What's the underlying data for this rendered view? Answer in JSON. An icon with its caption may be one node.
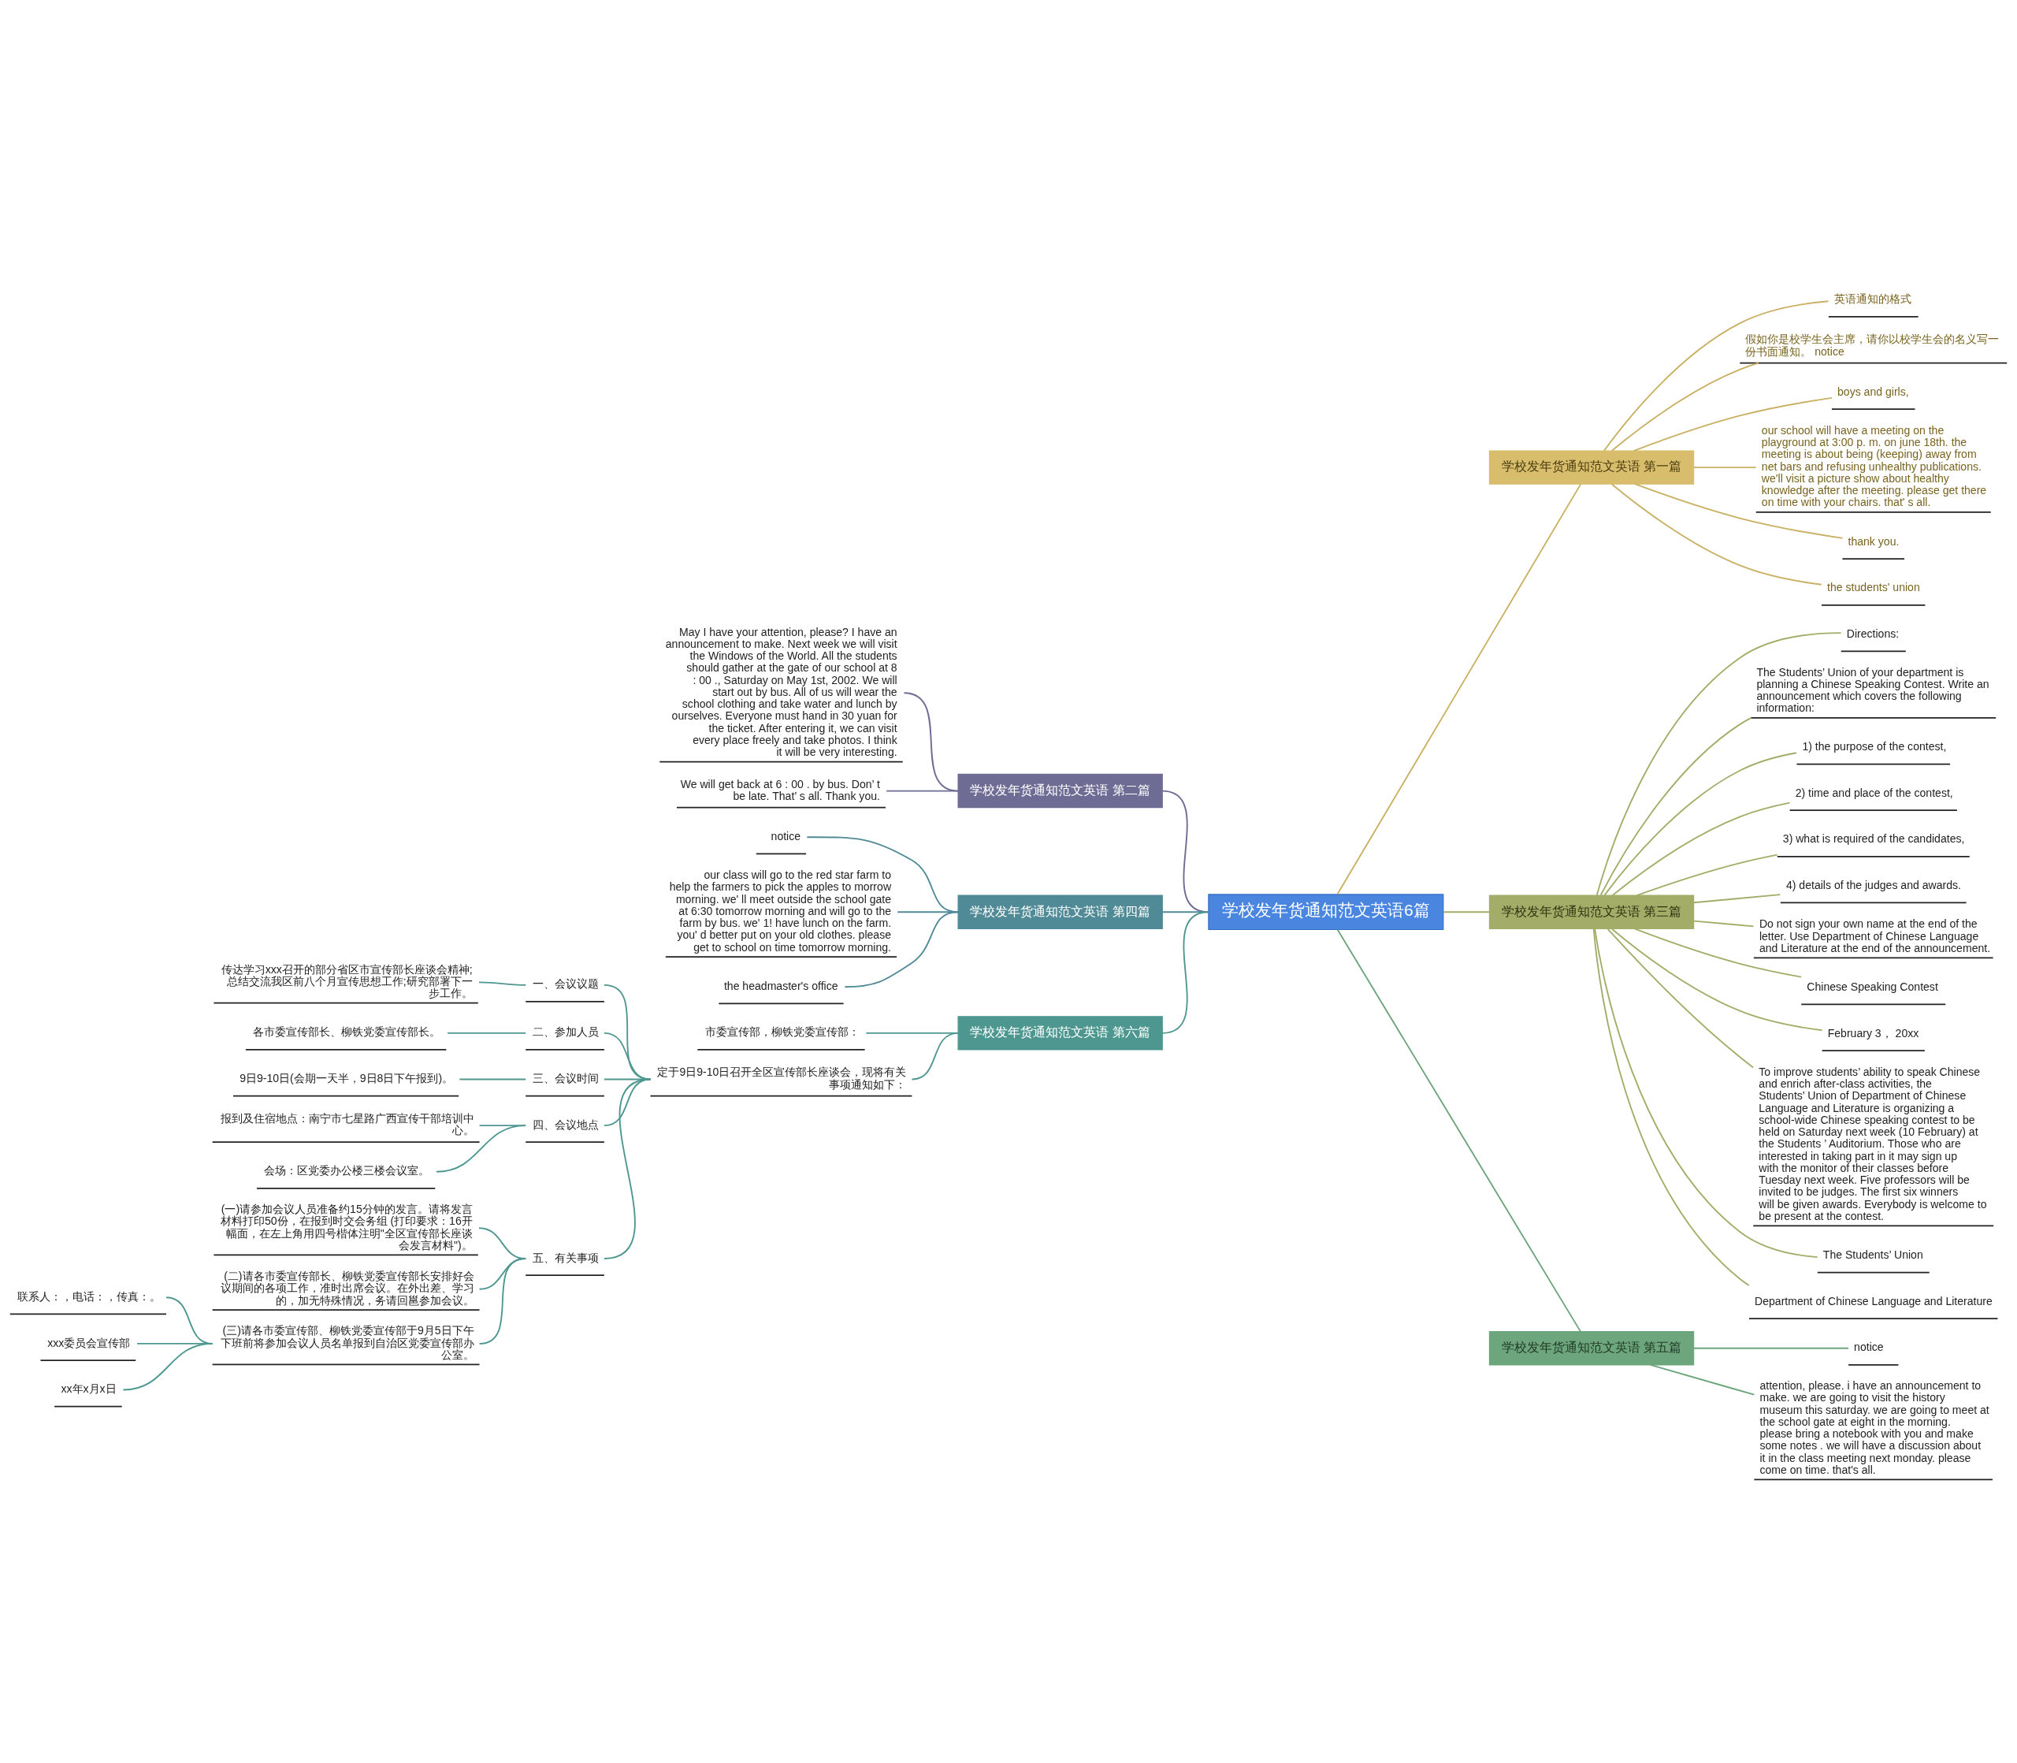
{
  "diagram": {
    "nodes": [
      {
        "text": [
          "学校发年货通知范文英语6篇"
        ]
      },
      {
        "text": [
          "学校发年货通知范文英语 第一篇"
        ]
      },
      {
        "text": [
          "英语通知的格式"
        ]
      },
      {
        "text": [
          "假如你是校学生会主席，请你以校学生会的名义写一份书面通知。 notice"
        ]
      },
      {
        "text": [
          "boys and girls,"
        ]
      },
      {
        "text": [
          "our school will have a meeting on the playground at 3:00 p. m. on june 18th. the meeting is about being (keeping) away from net bars and refusing unhealthy publications. we'll visit a picture show about healthy knowledge after the meeting. please get there on time with your chairs. that' s all."
        ]
      },
      {
        "text": [
          "thank you."
        ]
      },
      {
        "text": [
          "the students' union"
        ]
      },
      {
        "text": [
          "学校发年货通知范文英语 第二篇"
        ]
      },
      {
        "text": [
          "May I have your attention, please? I have an announcement to make. Next week we will visit the Windows of the World. All the students should gather at the gate of our school at 8 : 00 ., Saturday on May 1st, 2002. We will start out by bus. All of us will wear the school clothing and take water and lunch by ourselves. Everyone must hand in 30 yuan for the ticket. After entering it, we can visit every place freely and take photos. I think it will be very interesting."
        ]
      },
      {
        "text": [
          "We will get back at 6 : 00 . by bus. Don’ t be late. That’ s all. Thank you."
        ]
      },
      {
        "text": [
          "学校发年货通知范文英语 第四篇"
        ]
      },
      {
        "text": [
          "notice"
        ]
      },
      {
        "text": [
          "our class will go to the red star farm to help the farmers to pick the apples to morrow morning. we' ll meet outside the school gate at 6:30 tomorrow morning and will go to the farm by bus. we' 1! have lunch on the farm. you' d better put on your old clothes. please get to school on time tomorrow morning."
        ]
      },
      {
        "text": [
          "the headmaster's office"
        ]
      },
      {
        "text": [
          "学校发年货通知范文英语 第六篇"
        ]
      },
      {
        "text": [
          "市委宣传部，柳铁党委宣传部："
        ]
      },
      {
        "text": [
          "定于9日9-10日召开全区宣传部长座谈会，现将有关事项通知如下："
        ]
      },
      {
        "text": [
          "一、会议议题"
        ]
      },
      {
        "text": [
          "传达学习xxx召开的部分省区市宣传部长座谈会精神;总结交流我区前八个月宣传思想工作;研究部署下一步工作。"
        ]
      },
      {
        "text": [
          "二、参加人员"
        ]
      },
      {
        "text": [
          "各市委宣传部长、柳铁党委宣传部长。"
        ]
      },
      {
        "text": [
          "三、会议时间"
        ]
      },
      {
        "text": [
          "9日9-10日(会期一天半，9日8日下午报到)。"
        ]
      },
      {
        "text": [
          "四、会议地点"
        ]
      },
      {
        "text": [
          "报到及住宿地点：南宁市七星路广西宣传干部培训中心。"
        ]
      },
      {
        "text": [
          "会场：区党委办公楼三楼会议室。"
        ]
      },
      {
        "text": [
          "五、有关事项"
        ]
      },
      {
        "text": [
          "(一)请参加会议人员准备约15分钟的发言。请将发言材料打印50份，在报到时交会务组 (打印要求：16开幅面，在左上角用四号楷体注明\"全区宣传部长座谈会发言材料\")。"
        ]
      },
      {
        "text": [
          "(二)请各市委宣传部长、柳铁党委宣传部长安排好会议期间的各项工作，准时出席会议。在外出差、学习的，加无特殊情况，务请回邕参加会议。"
        ]
      },
      {
        "text": [
          "(三)请各市委宣传部、柳铁党委宣传部于9月5日下午下班前将参加会议人员名单报到自治区党委宣传部办公室。"
        ]
      },
      {
        "text": [
          "联系人：，电话：，传真：。"
        ]
      },
      {
        "text": [
          "xxx委员会宣传部"
        ]
      },
      {
        "text": [
          "xx年x月x日"
        ]
      },
      {
        "text": [
          "学校发年货通知范文英语 第三篇"
        ]
      },
      {
        "text": [
          "Directions:"
        ]
      },
      {
        "text": [
          "The Students’ Union of your department is planning a Chinese Speaking Contest. Write an announcement which covers the following information:"
        ]
      },
      {
        "text": [
          "1) the purpose of the contest,"
        ]
      },
      {
        "text": [
          "2) time and place of the contest,"
        ]
      },
      {
        "text": [
          "3) what is required of the candidates,"
        ]
      },
      {
        "text": [
          "4) details of the judges and awards."
        ]
      },
      {
        "text": [
          "Do not sign your own name at the end of the letter. Use Department of Chinese Language and Literature at the end of the announcement."
        ]
      },
      {
        "text": [
          "Chinese Speaking Contest"
        ]
      },
      {
        "text": [
          "February 3， 20xx"
        ]
      },
      {
        "text": [
          "To improve students’ ability to speak Chinese and enrich after-class activities, the Students’ Union of Department of Chinese Language and Literature is organizing a school-wide Chinese speaking contest to be held on Saturday next week (10 February) at the Students ’ Auditorium. Those who are interested in taking part in it may sign up with the monitor of their classes before Tuesday next week. Five professors will be invited to be judges. The first six winners will be given awards. Everybody is welcome to be present at the contest."
        ]
      },
      {
        "text": [
          "The Students’ Union"
        ]
      },
      {
        "text": [
          "Department of Chinese Language and Literature"
        ]
      },
      {
        "text": [
          "学校发年货通知范文英语 第五篇"
        ]
      },
      {
        "text": [
          "notice"
        ]
      },
      {
        "text": [
          "attention, please. i have an announcement to make. we are going to visit the history museum this saturday. we are going to meet at the school gate at eight in the morning. please bring a notebook with you and make some notes . we will have a discussion about it in the class meeting next monday. please come on time. that's all."
        ]
      }
    ],
    "edges": [
      {
        "from": 0,
        "to": 1,
        "arrow": "none",
        "color": "#c9b063"
      },
      {
        "from": 1,
        "to": 2,
        "arrow": "none",
        "color": "#c9b063"
      },
      {
        "from": 1,
        "to": 3,
        "arrow": "none",
        "color": "#c9b063"
      },
      {
        "from": 1,
        "to": 4,
        "arrow": "none",
        "color": "#c9b063"
      },
      {
        "from": 1,
        "to": 5,
        "arrow": "none",
        "color": "#c9b063"
      },
      {
        "from": 1,
        "to": 6,
        "arrow": "none",
        "color": "#c9b063"
      },
      {
        "from": 1,
        "to": 7,
        "arrow": "none",
        "color": "#c9b063"
      },
      {
        "from": 0,
        "to": 8,
        "arrow": "none",
        "color": "#6e6b94"
      },
      {
        "from": 8,
        "to": 9,
        "arrow": "none",
        "color": "#6e6b94"
      },
      {
        "from": 8,
        "to": 10,
        "arrow": "none",
        "color": "#6e6b94"
      },
      {
        "from": 0,
        "to": 11,
        "arrow": "none",
        "color": "#4f8a96"
      },
      {
        "from": 11,
        "to": 12,
        "arrow": "none",
        "color": "#4f8a96"
      },
      {
        "from": 11,
        "to": 13,
        "arrow": "none",
        "color": "#4f8a96"
      },
      {
        "from": 11,
        "to": 14,
        "arrow": "none",
        "color": "#4f8a96"
      },
      {
        "from": 0,
        "to": 15,
        "arrow": "none",
        "color": "#4e9790"
      },
      {
        "from": 15,
        "to": 16,
        "arrow": "none",
        "color": "#4e9790"
      },
      {
        "from": 15,
        "to": 17,
        "arrow": "none",
        "color": "#4e9790"
      },
      {
        "from": 17,
        "to": 18,
        "arrow": "none",
        "color": "#4e9790"
      },
      {
        "from": 18,
        "to": 19,
        "arrow": "none",
        "color": "#4e9790"
      },
      {
        "from": 17,
        "to": 20,
        "arrow": "none",
        "color": "#4e9790"
      },
      {
        "from": 20,
        "to": 21,
        "arrow": "none",
        "color": "#4e9790"
      },
      {
        "from": 17,
        "to": 22,
        "arrow": "none",
        "color": "#4e9790"
      },
      {
        "from": 22,
        "to": 23,
        "arrow": "none",
        "color": "#4e9790"
      },
      {
        "from": 17,
        "to": 24,
        "arrow": "none",
        "color": "#4e9790"
      },
      {
        "from": 24,
        "to": 25,
        "arrow": "none",
        "color": "#4e9790"
      },
      {
        "from": 24,
        "to": 26,
        "arrow": "none",
        "color": "#4e9790"
      },
      {
        "from": 17,
        "to": 27,
        "arrow": "none",
        "color": "#4e9790"
      },
      {
        "from": 27,
        "to": 28,
        "arrow": "none",
        "color": "#4e9790"
      },
      {
        "from": 27,
        "to": 29,
        "arrow": "none",
        "color": "#4e9790"
      },
      {
        "from": 27,
        "to": 30,
        "arrow": "none",
        "color": "#4e9790"
      },
      {
        "from": 30,
        "to": 31,
        "arrow": "none",
        "color": "#4e9790"
      },
      {
        "from": 30,
        "to": 32,
        "arrow": "none",
        "color": "#4e9790"
      },
      {
        "from": 30,
        "to": 33,
        "arrow": "none",
        "color": "#4e9790"
      },
      {
        "from": 0,
        "to": 34,
        "arrow": "none",
        "color": "#a3ad68"
      },
      {
        "from": 34,
        "to": 35,
        "arrow": "none",
        "color": "#a3ad68"
      },
      {
        "from": 34,
        "to": 36,
        "arrow": "none",
        "color": "#a3ad68"
      },
      {
        "from": 34,
        "to": 37,
        "arrow": "none",
        "color": "#a3ad68"
      },
      {
        "from": 34,
        "to": 38,
        "arrow": "none",
        "color": "#a3ad68"
      },
      {
        "from": 34,
        "to": 39,
        "arrow": "none",
        "color": "#a3ad68"
      },
      {
        "from": 34,
        "to": 40,
        "arrow": "none",
        "color": "#a3ad68"
      },
      {
        "from": 34,
        "to": 41,
        "arrow": "none",
        "color": "#a3ad68"
      },
      {
        "from": 34,
        "to": 42,
        "arrow": "none",
        "color": "#a3ad68"
      },
      {
        "from": 34,
        "to": 43,
        "arrow": "none",
        "color": "#a3ad68"
      },
      {
        "from": 34,
        "to": 44,
        "arrow": "none",
        "color": "#a3ad68"
      },
      {
        "from": 34,
        "to": 45,
        "arrow": "none",
        "color": "#a3ad68"
      },
      {
        "from": 34,
        "to": 46,
        "arrow": "none",
        "color": "#a3ad68"
      },
      {
        "from": 0,
        "to": 47,
        "arrow": "none",
        "color": "#6da57c"
      },
      {
        "from": 47,
        "to": 48,
        "arrow": "none",
        "color": "#6da57c"
      },
      {
        "from": 47,
        "to": 49,
        "arrow": "none",
        "color": "#6da57c"
      }
    ]
  }
}
